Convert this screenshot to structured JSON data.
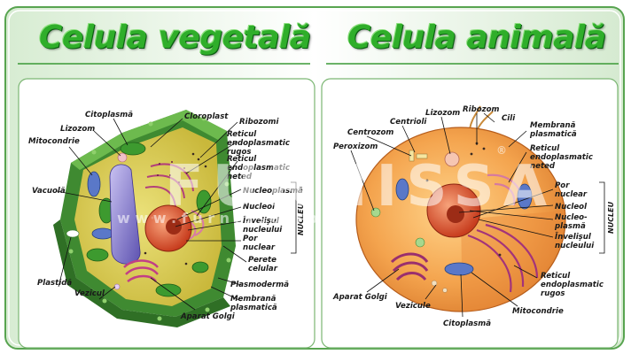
{
  "titles": {
    "left": "Celula vegetală",
    "right": "Celula animală"
  },
  "watermark": {
    "brand": "FURNISSA",
    "registered": "®",
    "url": "w w w . f u r n i s s a . r o"
  },
  "plant": {
    "labels": {
      "citoplasma": "Citoplasmă",
      "cloroplast": "Cloroplast",
      "lizozom": "Lizozom",
      "ribozomi": "Ribozomi",
      "mitocondrie": "Mitocondrie",
      "reticul_rugos_1": "Reticul",
      "reticul_rugos_2": "endoplasmatic",
      "reticul_rugos_3": "rugos",
      "reticul_neted_1": "Reticul",
      "reticul_neted_2": "endoplasmatic",
      "reticul_neted_3": "neted",
      "vacuola": "Vacuolă",
      "nucleoplasma": "Nucleoplasmă",
      "nucleol": "Nucleol",
      "invelisul_1": "Învelişul",
      "invelisul_2": "nucleului",
      "por_1": "Por",
      "por_2": "nuclear",
      "perete_1": "Perete",
      "perete_2": "celular",
      "plasmoderma": "Plasmodermă",
      "membrana_1": "Membrană",
      "membrana_2": "plasmatică",
      "plastida": "Plastidă",
      "vezicul": "Vezicul",
      "aparat_golgi": "Aparat Golgi"
    },
    "bracket": "NUCLEU"
  },
  "animal": {
    "labels": {
      "centrioli": "Centrioli",
      "lizozom": "Lizozom",
      "ribozom": "Ribozom",
      "cili": "Cili",
      "centrozom": "Centrozom",
      "membrana_1": "Membrană",
      "membrana_2": "plasmatică",
      "peroxizom": "Peroxizom",
      "reticul_neted_1": "Reticul",
      "reticul_neted_2": "endoplasmatic",
      "reticul_neted_3": "neted",
      "por_1": "Por",
      "por_2": "nuclear",
      "nucleol": "Nucleol",
      "nucleoplasma_1": "Nucleo-",
      "nucleoplasma_2": "plasmă",
      "invelisul_1": "Învelişul",
      "invelisul_2": "nucleului",
      "reticul_rugos_1": "Reticul",
      "reticul_rugos_2": "endoplasmatic",
      "reticul_rugos_3": "rugos",
      "aparat_golgi": "Aparat Golgi",
      "vezicule": "Vezicule",
      "citoplasma": "Citoplasmă",
      "mitocondrie": "Mitocondrie"
    },
    "bracket": "NUCLEU"
  },
  "colors": {
    "title_green": "#2fae2a",
    "plant_wall": "#4f9a3a",
    "plant_cyto": "#d9cc52",
    "vacuole": "#8a7fd0",
    "animal_cyto": "#f2a24a",
    "nucleus": "#e2562e"
  }
}
